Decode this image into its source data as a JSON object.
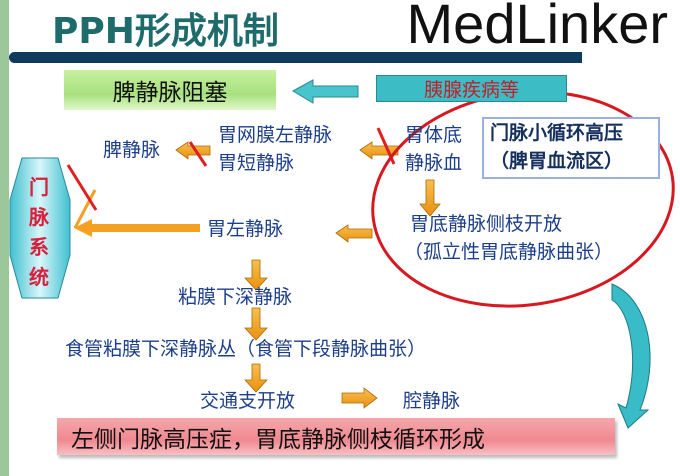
{
  "title": "PPH形成机制",
  "boxes": {
    "splenic_obstruction": "脾静脉阻塞",
    "pancreatic": "胰腺疾病等",
    "hyper_line1": "门脉小循环高压",
    "hyper_line2": "（脾胃血流区）",
    "portal_system": "门脉系统"
  },
  "nodes": {
    "splenic_vein": "脾静脉",
    "gastroepiploic": "胃网膜左静脉",
    "short_gastric": "胃短静脉",
    "fundus1": "胃体底",
    "fundus2": "静脉血",
    "collateral1": "胃底静脉侧枝开放",
    "collateral2": "（孤立性胃底静脉曲张）",
    "left_gastric": "胃左静脉",
    "submucosal": "粘膜下深静脉",
    "esophageal": "食管粘膜下深静脉丛（食管下段静脉曲张）",
    "communicating": "交通支开放",
    "vena_cava": "腔静脉"
  },
  "conclusion": "左侧门脉高压症，胃底静脉侧枝循环形成",
  "watermark": "MedLinker",
  "colors": {
    "arrow": "#f0a020",
    "cross": "#e02020",
    "circle": "#d81820",
    "teal": "#3cbcc4"
  }
}
